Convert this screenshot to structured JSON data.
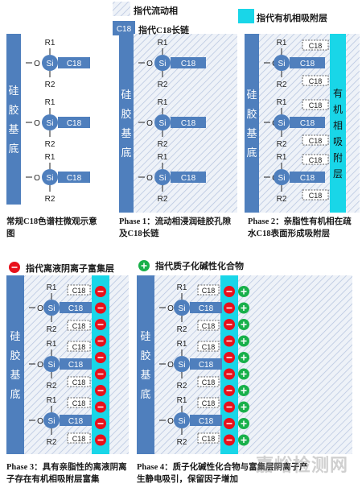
{
  "legends": {
    "mobile_phase": "指代流动相",
    "c18_chain": "指代C18长链",
    "c18_box": "C18",
    "adsorbed_layer": "指代有机相吸附层",
    "anion_layer": "指代离液阴离子富集层",
    "proton_compound": "指代质子化碱性化合物"
  },
  "labels": {
    "substrate": "硅胶基底",
    "adsorbed_layer": "有机相吸附层",
    "si": "Si",
    "o": "O",
    "c18": "C18",
    "r1": "R1",
    "r2": "R2"
  },
  "panels": [
    {
      "id": "p0",
      "caption": "常规C18色谱柱微观示意图"
    },
    {
      "id": "p1",
      "caption": "Phase 1：流动相浸润硅胶孔隙及C18长链"
    },
    {
      "id": "p2",
      "caption": "Phase 2：亲脂性有机相在疏水C18表面形成吸附层"
    },
    {
      "id": "p3",
      "caption": "Phase 3：具有亲脂性的离液阴离子存在有机相吸附层富集"
    },
    {
      "id": "p4",
      "caption": "Phase 4：质子化碱性化合物与富集层阴离子产生静电吸引，保留因子增加"
    }
  ],
  "colors": {
    "blue": "#4f7fbd",
    "cyan": "#19d6e8",
    "red": "#e8101a",
    "green": "#18b04a",
    "hatch_bg": "#eef2f8",
    "hatch_line": "#b3c2de"
  },
  "watermark": "嘉峪检测网"
}
